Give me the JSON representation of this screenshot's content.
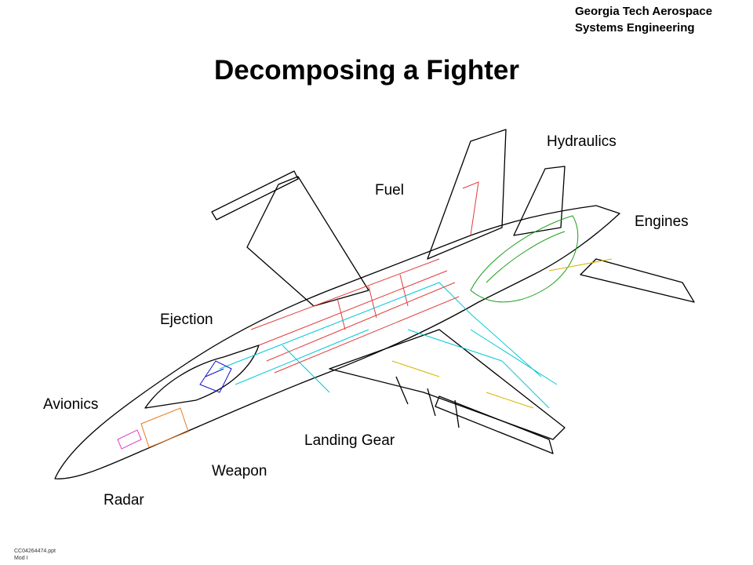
{
  "org": {
    "line1": "Georgia Tech Aerospace",
    "line2": "Systems Engineering"
  },
  "title": "Decomposing a Fighter",
  "labels": {
    "hydraulics": "Hydraulics",
    "fuel": "Fuel",
    "engines": "Engines",
    "ejection": "Ejection",
    "avionics": "Avionics",
    "landing_gear": "Landing Gear",
    "weapon": "Weapon",
    "radar": "Radar"
  },
  "footer": {
    "line1": "CC04264474.ppt",
    "line2": "Mod I"
  },
  "colors": {
    "outline": "#000000",
    "fuel": "#e23b3b",
    "structure": "#00c8d8",
    "engines": "#1aa01a",
    "ejection": "#1010c8",
    "radar": "#e87a1a",
    "landing_gear": "#d8b400",
    "avionics": "#e040c0"
  }
}
